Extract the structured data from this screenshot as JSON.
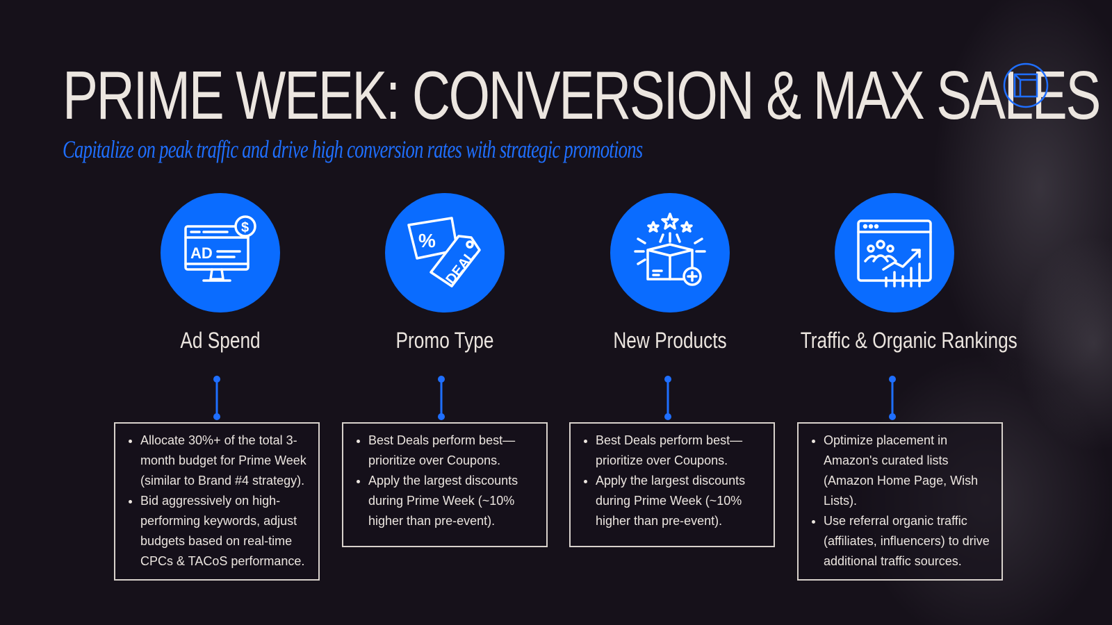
{
  "title": "PRIME WEEK: CONVERSION & MAX SALES",
  "subtitle": "Capitalize on peak traffic and drive high conversion rates with strategic promotions",
  "accent_color": "#0a6cff",
  "logo_icon": "cube-outline-icon",
  "columns": [
    {
      "icon": "ad-monitor-icon",
      "icon_text": "AD",
      "label": "Ad Spend",
      "bullets": [
        "Allocate 30%+ of the total 3-month budget for Prime Week (similar to Brand #4 strategy).",
        "Bid aggressively on high-performing keywords, adjust budgets based on real-time CPCs & TACoS performance."
      ]
    },
    {
      "icon": "deal-tag-icon",
      "icon_text": "DEAL",
      "label": "Promo Type",
      "bullets": [
        "Best Deals perform best—prioritize over Coupons.",
        "Apply the largest discounts during Prime Week (~10% higher than pre-event)."
      ]
    },
    {
      "icon": "new-product-box-icon",
      "label": "New Products",
      "bullets": [
        "Best Deals perform best—prioritize over Coupons.",
        "Apply the largest discounts during Prime Week (~10% higher than pre-event)."
      ]
    },
    {
      "icon": "traffic-analytics-icon",
      "label": "Traffic & Organic Rankings",
      "bullets": [
        "Optimize placement in Amazon's curated lists (Amazon Home Page, Wish Lists).",
        "Use referral organic traffic (affiliates, influencers) to drive additional traffic sources."
      ]
    }
  ]
}
